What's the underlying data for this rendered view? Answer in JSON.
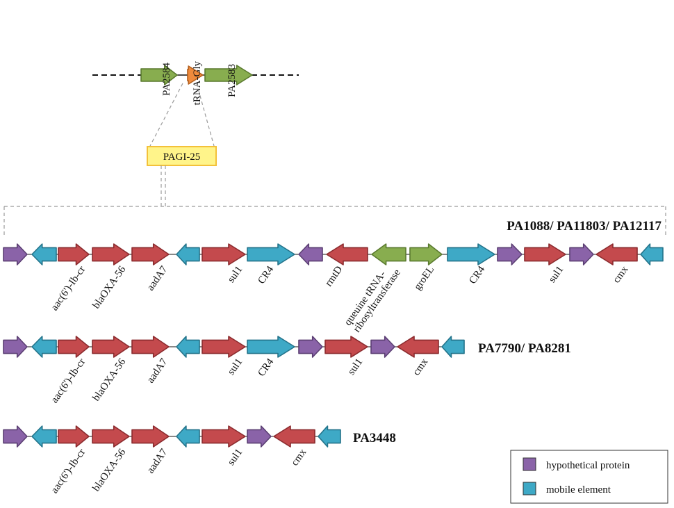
{
  "colors": {
    "purple": "#8a63a8",
    "purple_stroke": "#5b3f73",
    "teal": "#3ea9c6",
    "teal_stroke": "#23738a",
    "red": "#c44a4d",
    "red_stroke": "#8b2b2e",
    "green": "#88ad4f",
    "green_stroke": "#5a7a2f",
    "orange": "#ee8a3c",
    "orange_stroke": "#b35e1c",
    "yellow_box": "#fff48a",
    "yellow_box_stroke": "#f3c13a"
  },
  "locus": {
    "genes": [
      {
        "label": "PA2584",
        "color": "green",
        "dir": 1
      },
      {
        "label": "tRNA-Gly",
        "color": "orange",
        "dir": 1
      },
      {
        "label": "PA2583",
        "color": "green",
        "dir": 1
      }
    ]
  },
  "island_label": "PAGI-25",
  "rows": [
    {
      "strain": "PA1088/ PA11803/ PA12117",
      "genes": [
        {
          "color": "purple",
          "dir": 1,
          "label": ""
        },
        {
          "color": "teal",
          "dir": -1,
          "label": ""
        },
        {
          "color": "red",
          "dir": 1,
          "label": "aac(6')-Ib-cr"
        },
        {
          "color": "red",
          "dir": 1,
          "label": "blaOXA-56"
        },
        {
          "color": "red",
          "dir": 1,
          "label": "aadA7"
        },
        {
          "color": "teal",
          "dir": -1,
          "label": ""
        },
        {
          "color": "red",
          "dir": 1,
          "label": "sul1"
        },
        {
          "color": "teal",
          "dir": 1,
          "label": "CR4"
        },
        {
          "color": "purple",
          "dir": -1,
          "label": ""
        },
        {
          "color": "red",
          "dir": -1,
          "label": "rmtD"
        },
        {
          "color": "green",
          "dir": -1,
          "label": "queuine tRNA-ribosyltransferase"
        },
        {
          "color": "green",
          "dir": 1,
          "label": "groEL"
        },
        {
          "color": "teal",
          "dir": 1,
          "label": "CR4"
        },
        {
          "color": "purple",
          "dir": 1,
          "label": ""
        },
        {
          "color": "red",
          "dir": 1,
          "label": "sul1"
        },
        {
          "color": "purple",
          "dir": 1,
          "label": ""
        },
        {
          "color": "red",
          "dir": -1,
          "label": "cmx"
        },
        {
          "color": "teal",
          "dir": -1,
          "label": ""
        }
      ]
    },
    {
      "strain": "PA7790/ PA8281",
      "genes": [
        {
          "color": "purple",
          "dir": 1,
          "label": ""
        },
        {
          "color": "teal",
          "dir": -1,
          "label": ""
        },
        {
          "color": "red",
          "dir": 1,
          "label": "aac(6')-Ib-cr"
        },
        {
          "color": "red",
          "dir": 1,
          "label": "blaOXA-56"
        },
        {
          "color": "red",
          "dir": 1,
          "label": "aadA7"
        },
        {
          "color": "teal",
          "dir": -1,
          "label": ""
        },
        {
          "color": "red",
          "dir": 1,
          "label": "sul1"
        },
        {
          "color": "teal",
          "dir": 1,
          "label": "CR4"
        },
        {
          "color": "purple",
          "dir": 1,
          "label": ""
        },
        {
          "color": "red",
          "dir": 1,
          "label": "sul1"
        },
        {
          "color": "purple",
          "dir": 1,
          "label": ""
        },
        {
          "color": "red",
          "dir": -1,
          "label": "cmx"
        },
        {
          "color": "teal",
          "dir": -1,
          "label": ""
        }
      ]
    },
    {
      "strain": "PA3448",
      "genes": [
        {
          "color": "purple",
          "dir": 1,
          "label": ""
        },
        {
          "color": "teal",
          "dir": -1,
          "label": ""
        },
        {
          "color": "red",
          "dir": 1,
          "label": "aac(6')-Ib-cr"
        },
        {
          "color": "red",
          "dir": 1,
          "label": "blaOXA-56"
        },
        {
          "color": "red",
          "dir": 1,
          "label": "aadA7"
        },
        {
          "color": "teal",
          "dir": -1,
          "label": ""
        },
        {
          "color": "red",
          "dir": 1,
          "label": "sul1"
        },
        {
          "color": "purple",
          "dir": 1,
          "label": ""
        },
        {
          "color": "red",
          "dir": -1,
          "label": "cmx"
        },
        {
          "color": "teal",
          "dir": -1,
          "label": ""
        }
      ]
    }
  ],
  "legend": {
    "items": [
      {
        "label": "hypothetical protein",
        "color": "purple"
      },
      {
        "label": "mobile element",
        "color": "teal"
      }
    ]
  }
}
